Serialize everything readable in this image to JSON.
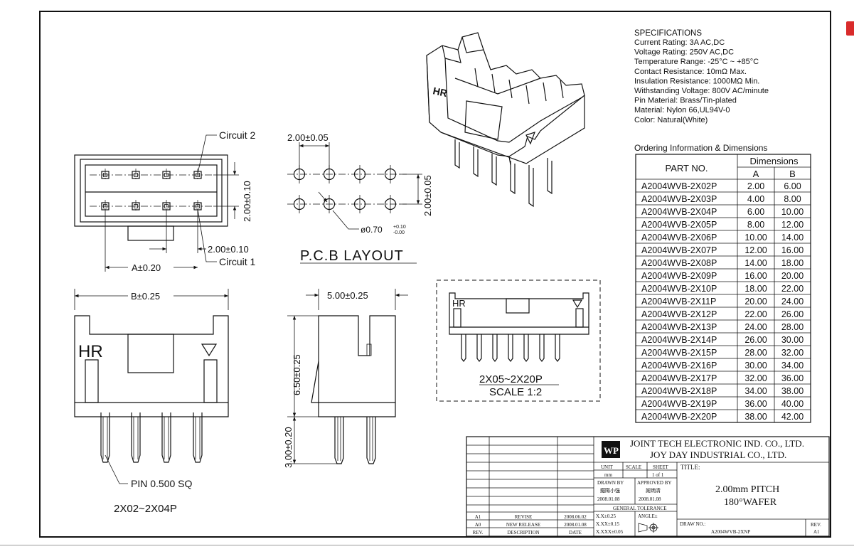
{
  "specifications": {
    "heading": "SPECIFICATIONS",
    "lines": [
      "Current  Rating:  3A  AC,DC",
      "Voltage  Rating:  250V  AC,DC",
      "Temperature  Range:  -25°C  ~  +85°C",
      "Contact  Resistance:  10mΩ  Max.",
      "Insulation  Resistance:  1000MΩ  Min.",
      "Withstanding  Voltage:  800V  AC/minute",
      "Pin  Material:  Brass/Tin-plated",
      "Material:  Nylon  66,UL94V-0",
      "Color:  Natural(White)"
    ]
  },
  "ordering": {
    "title": "Ordering  Information  &  Dimensions",
    "col_part": "PART  NO.",
    "col_dims": "Dimensions",
    "col_a": "A",
    "col_b": "B",
    "rows": [
      [
        "A2004WVB-2X02P",
        "2.00",
        "6.00"
      ],
      [
        "A2004WVB-2X03P",
        "4.00",
        "8.00"
      ],
      [
        "A2004WVB-2X04P",
        "6.00",
        "10.00"
      ],
      [
        "A2004WVB-2X05P",
        "8.00",
        "12.00"
      ],
      [
        "A2004WVB-2X06P",
        "10.00",
        "14.00"
      ],
      [
        "A2004WVB-2X07P",
        "12.00",
        "16.00"
      ],
      [
        "A2004WVB-2X08P",
        "14.00",
        "18.00"
      ],
      [
        "A2004WVB-2X09P",
        "16.00",
        "20.00"
      ],
      [
        "A2004WVB-2X10P",
        "18.00",
        "22.00"
      ],
      [
        "A2004WVB-2X11P",
        "20.00",
        "24.00"
      ],
      [
        "A2004WVB-2X12P",
        "22.00",
        "26.00"
      ],
      [
        "A2004WVB-2X13P",
        "24.00",
        "28.00"
      ],
      [
        "A2004WVB-2X14P",
        "26.00",
        "30.00"
      ],
      [
        "A2004WVB-2X15P",
        "28.00",
        "32.00"
      ],
      [
        "A2004WVB-2X16P",
        "30.00",
        "34.00"
      ],
      [
        "A2004WVB-2X17P",
        "32.00",
        "36.00"
      ],
      [
        "A2004WVB-2X18P",
        "34.00",
        "38.00"
      ],
      [
        "A2004WVB-2X19P",
        "36.00",
        "40.00"
      ],
      [
        "A2004WVB-2X20P",
        "38.00",
        "42.00"
      ]
    ]
  },
  "top_view": {
    "circuit2": "Circuit  2",
    "circuit1": "Circuit  1",
    "row_pitch": "2.00±0.10",
    "col_pitch": "2.00±0.10",
    "dim_a": "A±0.20"
  },
  "pcb": {
    "pitch_x": "2.00±0.05",
    "pitch_y": "2.00±0.05",
    "hole": "ø0.70",
    "hole_tol_upper": "+0.10",
    "hole_tol_lower": "-0.00",
    "title": "P.C.B  LAYOUT"
  },
  "front_view": {
    "dim_b": "B±0.25",
    "logo": "HR",
    "pin_label": "PIN  0.500  SQ",
    "range": "2X02~2X04P"
  },
  "side_view": {
    "width": "5.00±0.25",
    "height": "6.50±0.25",
    "pin_len": "3.00±0.20"
  },
  "scale_view": {
    "logo": "HR",
    "range": "2X05~2X20P",
    "scale": "SCALE  1:2"
  },
  "iso_view": {
    "logo": "HR"
  },
  "title_block": {
    "company1": "JOINT  TECH  ELECTRONIC  IND.  CO.,  LTD.",
    "company2": "JOY  DAY  INDUSTRIAL  CO.,  LTD.",
    "logo": "WP",
    "unit_label": "UNIT",
    "unit_value": "mm",
    "scale_label": "SCALE",
    "sheet_label": "SHEET",
    "sheet_value": "1 of 1",
    "title_label": "TITLE:",
    "title_line1": "2.00mm  PITCH",
    "title_line2": "180°WAFER",
    "drawn_label": "DRAWN BY",
    "drawn_name": "鐵陽小強",
    "drawn_date": "2008.01.08",
    "approved_label": "APPROVED BY",
    "approved_name": "謝炳清",
    "approved_date": "2008.01.08",
    "tolerance_label": "GENERAL  TOLERANCE",
    "tol1": "X.X±0.25",
    "tol2": "X.XX±0.15",
    "tol3": "X.XXX±0.05",
    "angle_label": "ANGLE±",
    "drw_label": "DRAW  NO.:",
    "drw_no": "A2004WVB-2XNP",
    "rev_label": "REV.",
    "rev_value": "A1",
    "revisions": [
      {
        "rev": "A1",
        "desc": "REVISE",
        "date": "2008.06.02"
      },
      {
        "rev": "A0",
        "desc": "NEW RELEASE",
        "date": "2008.01.08"
      }
    ],
    "hdr_rev": "REV.",
    "hdr_desc": "DESCRIPTION",
    "hdr_date": "DATE"
  }
}
